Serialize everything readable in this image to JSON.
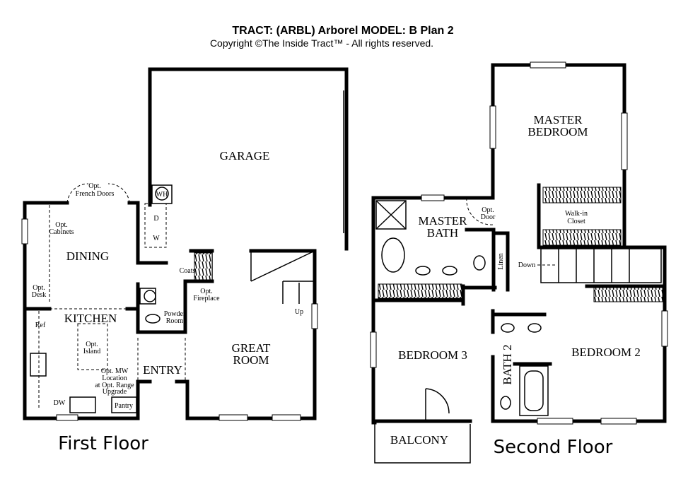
{
  "header": {
    "title": "TRACT: (ARBL) Arborel   MODEL: B Plan 2",
    "copyright": "Copyright  ©The Inside Tract™ - All rights reserved."
  },
  "first_floor": {
    "label": "First Floor",
    "rooms": {
      "garage": "GARAGE",
      "dining": "DINING",
      "kitchen": "KITCHEN",
      "great_room_1": "GREAT",
      "great_room_2": "ROOM",
      "entry": "ENTRY"
    },
    "notes": {
      "french_doors_1": "Opt.",
      "french_doors_2": "French Doors",
      "cabinets_1": "Opt.",
      "cabinets_2": "Cabinets",
      "desk_1": "Opt.",
      "desk_2": "Desk",
      "ref": "Ref",
      "island_1": "Opt.",
      "island_2": "Island",
      "mw_1": "Opt. MW",
      "mw_2": "Location",
      "mw_3": "at Opt. Range",
      "mw_4": "Upgrade",
      "dw": "DW",
      "pantry": "Pantry",
      "wh": "WH",
      "dryer": "D",
      "washer": "W",
      "coats": "Coats",
      "powder_1": "Powder",
      "powder_2": "Room",
      "fireplace_1": "Opt.",
      "fireplace_2": "Fireplace",
      "up": "Up"
    }
  },
  "second_floor": {
    "label": "Second Floor",
    "rooms": {
      "master_bedroom_1": "MASTER",
      "master_bedroom_2": "BEDROOM",
      "master_bath_1": "MASTER",
      "master_bath_2": "BATH",
      "bedroom_3": "BEDROOM 3",
      "bedroom_2": "BEDROOM 2",
      "bath_2": "BATH 2",
      "balcony": "BALCONY"
    },
    "notes": {
      "opt_door_1": "Opt.",
      "opt_door_2": "Door",
      "walkin_1": "Walk-in",
      "walkin_2": "Closet",
      "linen": "Linen",
      "down": "Down"
    }
  }
}
